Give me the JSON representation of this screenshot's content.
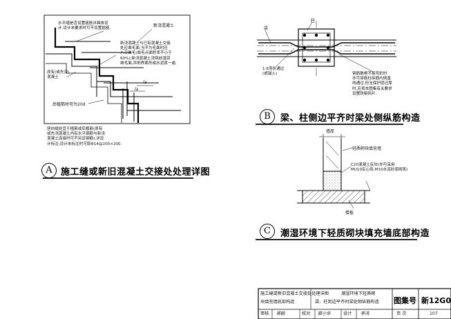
{
  "detail_a": {
    "notes": {
      "top_left": "水平缝是否设置插筋详具体设\n计,设计未要求时可不设置插筋.",
      "new_concrete": "新浇混凝土",
      "middle": "新浇混凝土与已有混凝土交接\n处应凿毛面,当不为毛面时应\n人工凿毛(凿毛点面积率不小于\n60%);新浇混凝土浇筑前湿润\n凿毛面,并刷界面剂或水泥浆一遍.",
      "existing": "原有(或先浇)\n混凝土",
      "pour_time": "后植筋时可为20d",
      "bottom": "竖向缝处宜于植筋或后植筋(原有\n或先浇混凝土内有水平钢筋与新浇\n混凝土连接时可不另设钢筋),详设\n计标注;设计未标注时可取Φ14@200×200."
    },
    "dims": {
      "la_upper": "la",
      "la_lower": "la"
    },
    "caption": {
      "letter": "A",
      "text": "施工缝或新旧混凝土交接处处理详图"
    }
  },
  "detail_b": {
    "labels": {
      "beam": "梁",
      "column": "柱",
      "bend": "1:6弯折通过\n(或锚入)"
    },
    "note": "钢筋数根不易弯折时\n亦可穿筋柱纵筋内侧直\n线通过,但当保护层过厚\n时,应按本图集有关要求\n设置防裂网片.",
    "caption": {
      "letter": "B",
      "text": "梁、柱侧边平齐时梁处侧纵筋构造"
    }
  },
  "detail_c": {
    "labels": {
      "thickness": "墙厚",
      "light_block": "轻质砌块填充墙",
      "c20": "C20混凝土反坎(亦可采用\nMU10实心砖,M10水泥砂浆砌筑)",
      "slab": "楼板"
    },
    "caption": {
      "letter": "C",
      "text": "潮湿环境下轻质砌块填充墙底部构造"
    }
  },
  "title_block": {
    "title_line1": "施工缝或新旧混凝土交接处处理详图",
    "title_line2": "块填充墙底部构造",
    "title_right1": "潮湿环境下轻质砌",
    "title_right2": "梁、柱到边平齐时梁处侧纵筋构造",
    "atlas_label": "图集号",
    "atlas_no": "新12G02",
    "row2": [
      "审核",
      "蒋鹤",
      "校对",
      "薛小华",
      "设计",
      "李鸿"
    ],
    "page_label": "页  次",
    "page_no": "107"
  }
}
